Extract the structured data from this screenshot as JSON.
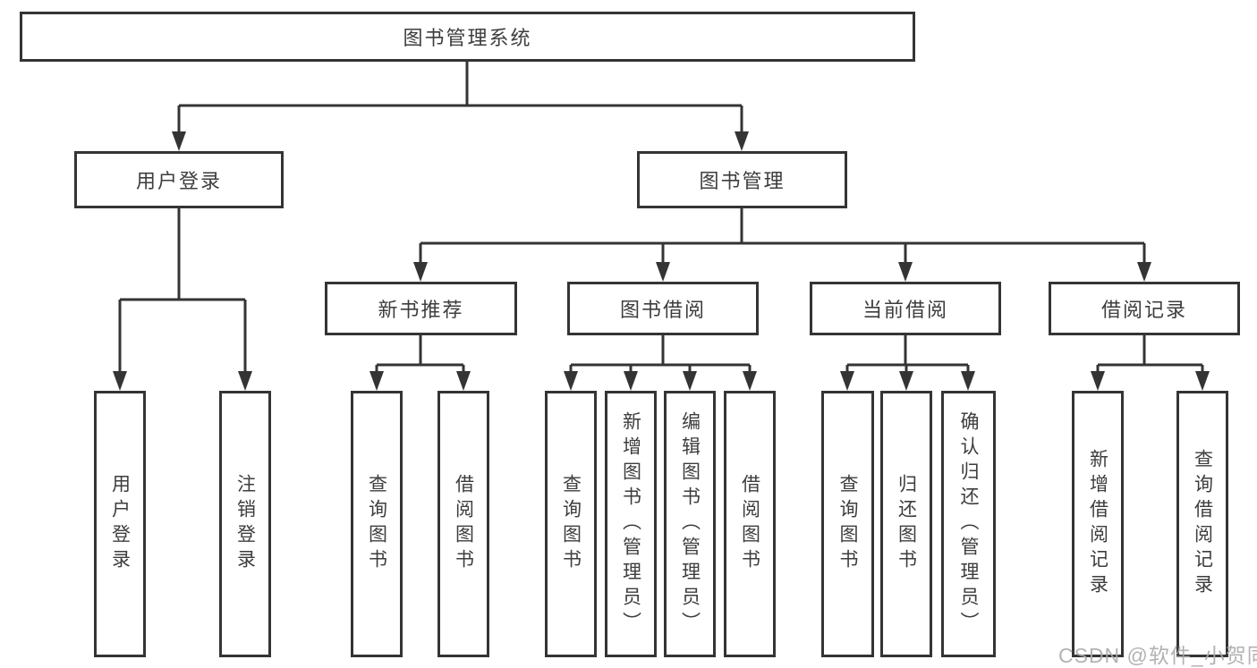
{
  "tree": {
    "label": "图书管理系统",
    "children": [
      {
        "label": "用户登录",
        "children": [
          {
            "label": "用户登录"
          },
          {
            "label": "注销登录"
          }
        ]
      },
      {
        "label": "图书管理",
        "children": [
          {
            "label": "新书推荐",
            "children": [
              {
                "label": "查询图书"
              },
              {
                "label": "借阅图书"
              }
            ]
          },
          {
            "label": "图书借阅",
            "children": [
              {
                "label": "查询图书"
              },
              {
                "label": "新增图书（管理员）"
              },
              {
                "label": "编辑图书（管理员）"
              },
              {
                "label": "借阅图书"
              }
            ]
          },
          {
            "label": "当前借阅",
            "children": [
              {
                "label": "查询图书"
              },
              {
                "label": "归还图书"
              },
              {
                "label": "确认归还（管理员）"
              }
            ]
          },
          {
            "label": "借阅记录",
            "children": [
              {
                "label": "新增借阅记录"
              },
              {
                "label": "查询借阅记录"
              }
            ]
          }
        ]
      }
    ]
  },
  "watermark": "CSDN @软件_小贺同学",
  "colors": {
    "line": "#343434",
    "text": "#3d3d3d",
    "watermark": "#aaaaae",
    "background": "#ffffff"
  }
}
